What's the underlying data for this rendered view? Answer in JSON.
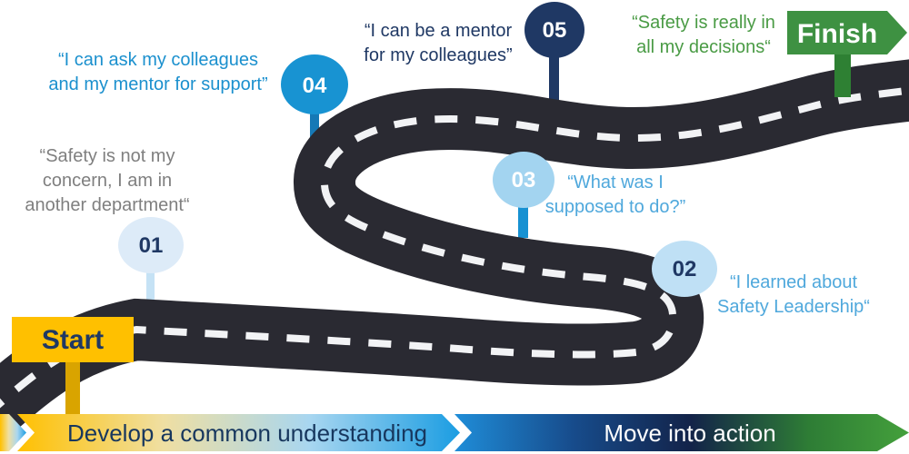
{
  "road": {
    "color": "#2A2A32",
    "dash_color": "#F2F3F5"
  },
  "signs": {
    "start": {
      "label": "Start",
      "bg": "#FFC000",
      "post_color": "#D9A400",
      "text_color": "#1F3864"
    },
    "finish": {
      "label": "Finish",
      "bg": "#3E9142",
      "post_color": "#2E8033",
      "text_color": "#FFFFFF"
    }
  },
  "milestones": [
    {
      "num": "01",
      "circle_color": "#DDEBF8",
      "num_color": "#1F3864",
      "stem_color": "#C5E2F5",
      "quote_color": "#7F7F7F",
      "quote_lines": [
        "“Safety is not my",
        "concern, I am in",
        "another department“"
      ]
    },
    {
      "num": "02",
      "circle_color": "#BFE0F5",
      "num_color": "#1F3864",
      "stem_color": "#8FCDEF",
      "quote_color": "#4FA8DC",
      "quote_lines": [
        "“I learned about",
        "Safety Leadership“"
      ]
    },
    {
      "num": "03",
      "circle_color": "#A3D4F0",
      "num_color": "#FFFFFF",
      "stem_color": "#1791D2",
      "quote_color": "#4FA8DC",
      "quote_lines": [
        "“What was I",
        "supposed to do?”"
      ]
    },
    {
      "num": "04",
      "circle_color": "#1893D2",
      "num_color": "#FFFFFF",
      "stem_color": "#1679B6",
      "quote_color": "#1B90CE",
      "quote_lines": [
        "“I can ask my colleagues",
        "and my mentor for support”"
      ]
    },
    {
      "num": "05",
      "circle_color": "#1F3864",
      "num_color": "#FFFFFF",
      "stem_color": "#1F3864",
      "quote_color": "#1F3864",
      "quote_lines": [
        "“I can be a mentor",
        "for my colleagues”"
      ]
    }
  ],
  "extra_quote": {
    "color": "#4A9B45",
    "lines": [
      "“Safety is really in",
      "all my decisions“"
    ]
  },
  "banner": {
    "phase1": {
      "label": "Develop a common understanding",
      "text_color": "#17375E",
      "gradient": [
        "#FFC000",
        "#EFDFA2",
        "#A8D6F0",
        "#1B9DE2"
      ]
    },
    "phase2": {
      "label": "Move into action",
      "text_color": "#FFFFFF",
      "gradient": [
        "#1F8DD8",
        "#174C8C",
        "#132349",
        "#2E7D35",
        "#44A03C"
      ]
    }
  }
}
